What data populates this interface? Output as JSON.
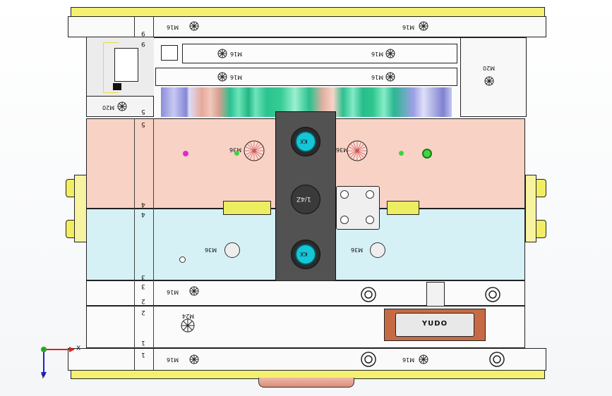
{
  "plate_numbers": {
    "top_9": "9",
    "mid_9": "9",
    "p5_a": "5",
    "p5_b": "5",
    "p4_a": "4",
    "p4_b": "4",
    "p3_a": "3",
    "p3_b": "3",
    "p2_a": "2",
    "p2_b": "2",
    "p1_a": "1",
    "p1_b": "1"
  },
  "screw_labels": {
    "top_left": "M16",
    "top_right": "M16",
    "ejector_upper_left": "M16",
    "ejector_upper_right": "M16",
    "ejector_lower_left": "M16",
    "ejector_lower_right": "M16",
    "side_right": "M20",
    "side_left": "M20",
    "cavity_left": "M36",
    "cavity_right": "M36",
    "core_left": "M36",
    "core_right": "M36",
    "plate2_left": "M16",
    "plate1_left": "M24",
    "bottom_left": "M16",
    "bottom_right": "M16"
  },
  "center_labels": {
    "upper_knob": "KX",
    "middle_knob": "1/4Z",
    "lower_knob": "KX"
  },
  "brand_plate": {
    "text": "YUDO"
  },
  "triad": {
    "x_axis": "X",
    "y_axis": "Y"
  },
  "colors": {
    "yellow": "#f4f072",
    "cavity": "#f8d2c4",
    "core": "#d6f1f6",
    "blue_core": "#a4a6ea",
    "green_core": "#38d49c",
    "dark_block": "#525252",
    "cyan_knob": "#14c6d6",
    "orange_plate": "#c56a45"
  }
}
